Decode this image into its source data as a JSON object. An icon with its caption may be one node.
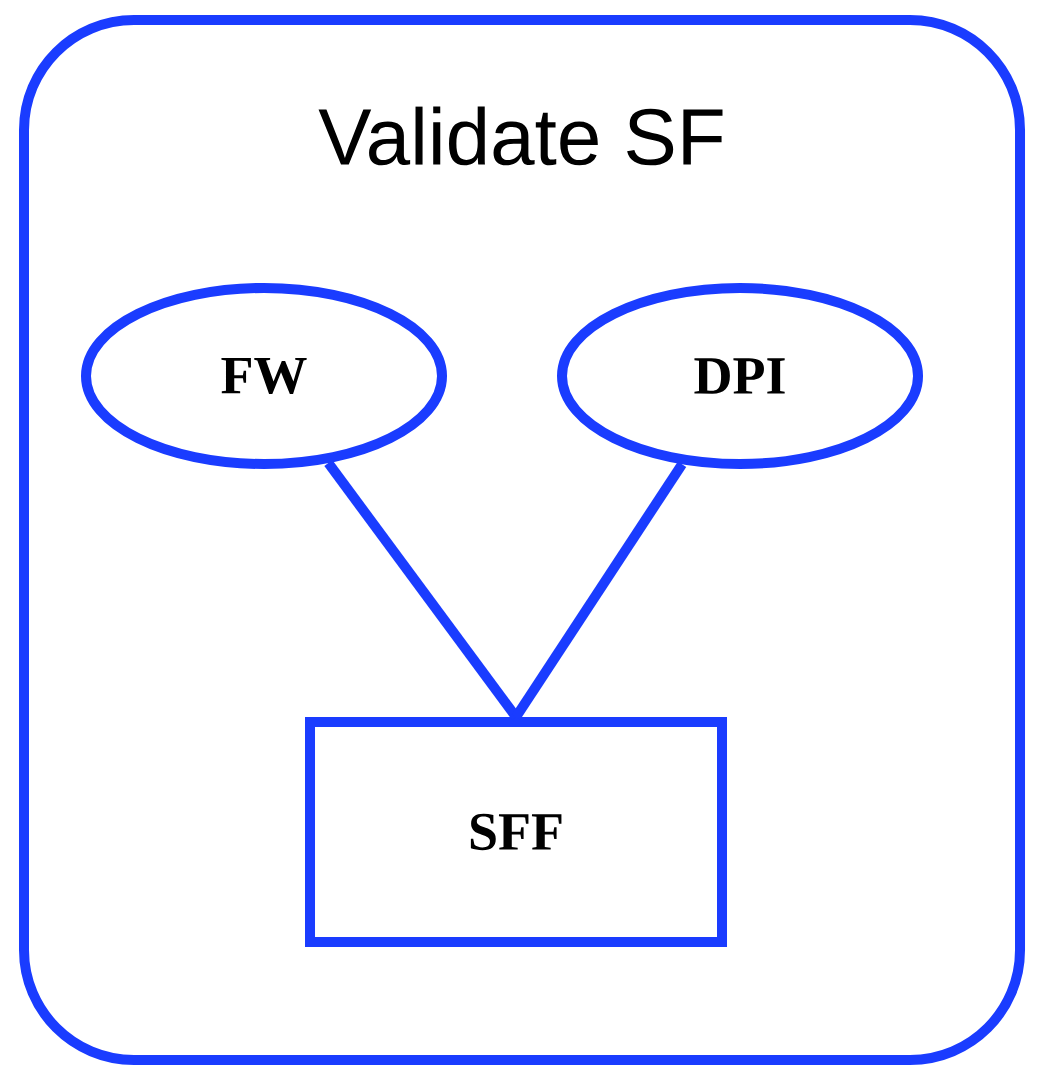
{
  "diagram": {
    "nodes": [
      {
        "text": [
          "Validate SF"
        ]
      },
      {
        "text": [
          "FW"
        ],
        "in": 0
      },
      {
        "text": [
          "DPI"
        ],
        "in": 0
      },
      {
        "text": [
          "SFF"
        ],
        "in": 0
      }
    ],
    "edges": [
      {
        "from": 1,
        "to": 3,
        "arrow": "none"
      },
      {
        "from": 2,
        "to": 3,
        "arrow": "none"
      }
    ]
  }
}
